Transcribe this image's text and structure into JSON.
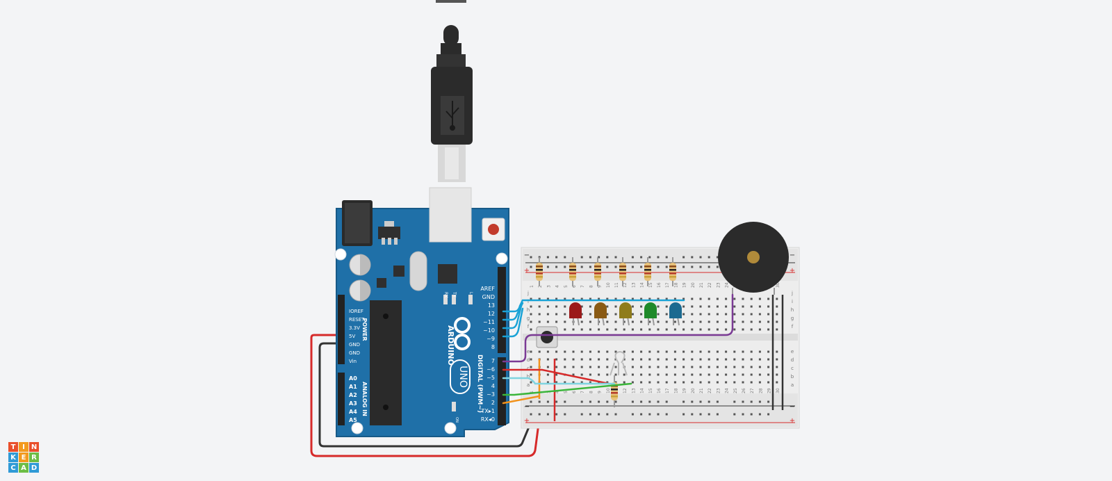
{
  "board": {
    "brand": "ARDUINO",
    "model": "UNO",
    "power_header_title": "POWER",
    "analog_header_title": "ANALOG IN",
    "digital_header_title": "DIGITAL (PWM~)",
    "power_pins": [
      "IOREF",
      "RESET",
      "3.3V",
      "5V",
      "GND",
      "GND",
      "Vin"
    ],
    "analog_pins": [
      "A0",
      "A1",
      "A2",
      "A3",
      "A4",
      "A5"
    ],
    "digital_pins_upper": [
      "AREF",
      "GND",
      "13",
      "12",
      "~11",
      "~10",
      "~9",
      "8"
    ],
    "digital_pins_lower": [
      "7",
      "~6",
      "~5",
      "4",
      "~3",
      "2",
      "TX▸1",
      "RX◂0"
    ],
    "led_labels": [
      "L",
      "TX",
      "RX"
    ],
    "on_label": "ON"
  },
  "breadboard": {
    "column_numbers": [
      "1",
      "2",
      "3",
      "4",
      "5",
      "6",
      "7",
      "8",
      "9",
      "10",
      "11",
      "12",
      "13",
      "14",
      "15",
      "16",
      "17",
      "18",
      "19",
      "20",
      "21",
      "22",
      "23",
      "24",
      "25",
      "26",
      "27",
      "28",
      "29",
      "30"
    ],
    "rows_top": [
      "j",
      "i",
      "h",
      "g",
      "f"
    ],
    "rows_bottom": [
      "e",
      "d",
      "c",
      "b",
      "a"
    ],
    "rail_minus": "−",
    "rail_plus": "+"
  },
  "leds": [
    {
      "color": "#9b1a1a"
    },
    {
      "color": "#8a5a14"
    },
    {
      "color": "#8f7c1c"
    },
    {
      "color": "#1f8a2a"
    },
    {
      "color": "#1b6a90"
    }
  ],
  "wire_colors": {
    "blue": "#1aa3d6",
    "purple": "#7b3b95",
    "red": "#d62a2a",
    "black": "#333333",
    "cyan": "#7fd4e0",
    "green": "#3bb53b",
    "orange": "#f2921c"
  },
  "logo": {
    "letters": [
      "T",
      "I",
      "N",
      "K",
      "E",
      "R",
      "C",
      "A",
      "D"
    ],
    "colors": [
      "#e94e2a",
      "#f39a1e",
      "#e94e2a",
      "#2f9ad6",
      "#f39a1e",
      "#6cbd45",
      "#2f9ad6",
      "#6cbd45",
      "#2f9ad6"
    ]
  }
}
